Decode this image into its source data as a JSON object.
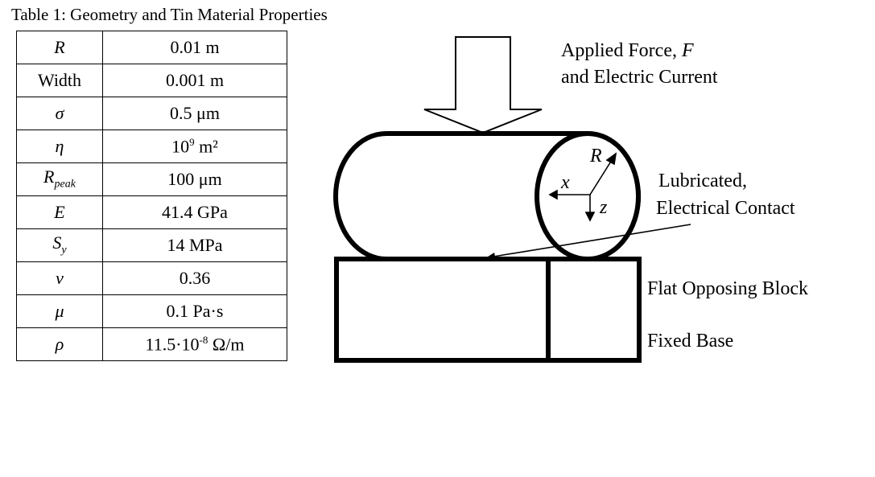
{
  "table": {
    "caption": "Table 1: Geometry and Tin Material Properties",
    "rows": [
      {
        "symbol": "R",
        "symbol_sub": "",
        "value": "0.01 m",
        "value_sup": "",
        "value_tail": ""
      },
      {
        "symbol": "Width",
        "symbol_sub": "",
        "value": "0.001 m",
        "value_sup": "",
        "value_tail": ""
      },
      {
        "symbol": "σ",
        "symbol_sub": "",
        "value": "0.5 μm",
        "value_sup": "",
        "value_tail": ""
      },
      {
        "symbol": "η",
        "symbol_sub": "",
        "value": "10",
        "value_sup": "9",
        "value_tail": " m²"
      },
      {
        "symbol": "R",
        "symbol_sub": "peak",
        "value": "100 μm",
        "value_sup": "",
        "value_tail": ""
      },
      {
        "symbol": "E",
        "symbol_sub": "",
        "value": "41.4 GPa",
        "value_sup": "",
        "value_tail": ""
      },
      {
        "symbol": "S",
        "symbol_sub": "y",
        "value": "14 MPa",
        "value_sup": "",
        "value_tail": ""
      },
      {
        "symbol": "ν",
        "symbol_sub": "",
        "value": "0.36",
        "value_sup": "",
        "value_tail": ""
      },
      {
        "symbol": "μ",
        "symbol_sub": "",
        "value": "0.1 Pa·s",
        "value_sup": "",
        "value_tail": ""
      },
      {
        "symbol": "ρ",
        "symbol_sub": "",
        "value": "11.5·10",
        "value_sup": "-8",
        "value_tail": " Ω/m"
      }
    ]
  },
  "diagram": {
    "force_label_line1": "Applied Force, ",
    "force_label_symbol": "F",
    "force_label_line2": "and Electric Current",
    "axis_R": "R",
    "axis_x": "x",
    "axis_z": "z",
    "contact_line1": "Lubricated,",
    "contact_line2": "Electrical Contact",
    "block_label": "Flat Opposing Block",
    "base_label": "Fixed Base"
  }
}
